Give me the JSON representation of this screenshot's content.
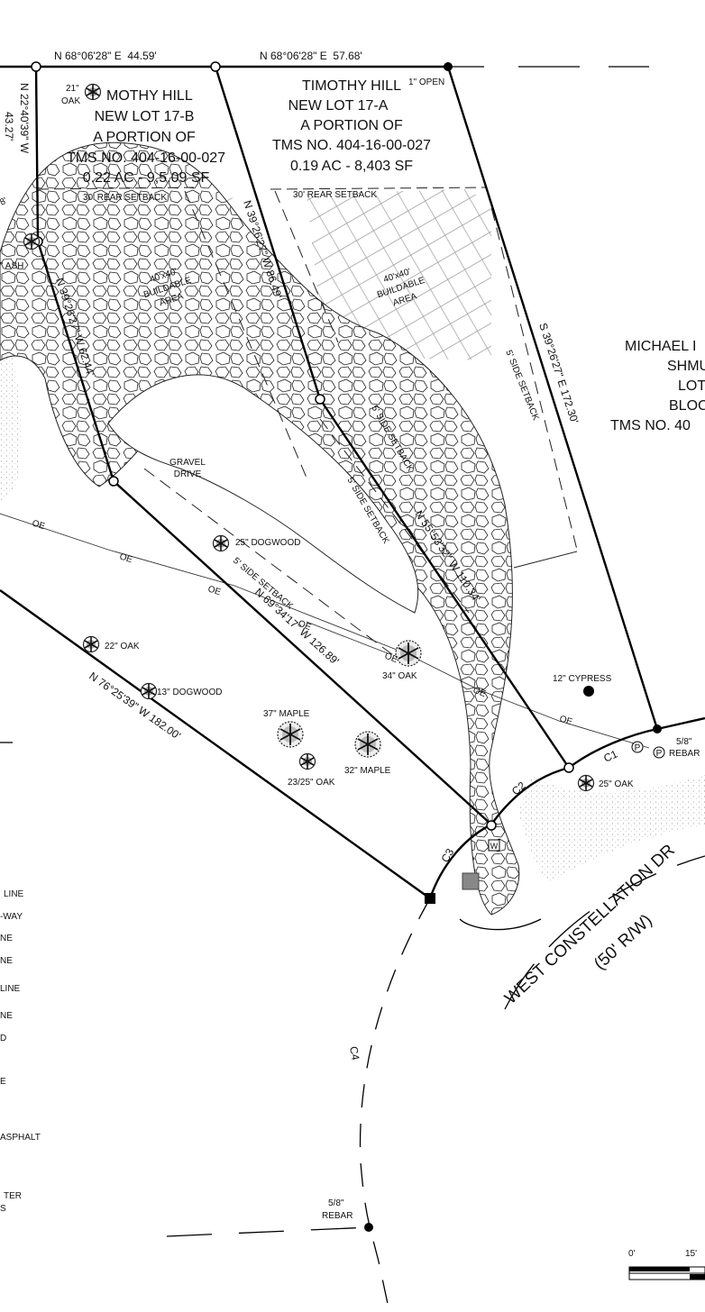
{
  "lots": {
    "lot17b": {
      "owner": "TIMOTHY HILL",
      "owner_visible": "MOTHY HILL",
      "lot": "NEW LOT 17-B",
      "portion": "A PORTION OF",
      "tms": "TMS NO. 404-16-00-027",
      "area": "0.22 AC - 9,5.09 SF"
    },
    "lot17a": {
      "owner": "TIMOTHY HILL",
      "lot": "NEW LOT 17-A",
      "portion": "A PORTION OF",
      "tms": "TMS NO. 404-16-00-027",
      "area": "0.19 AC - 8,403 SF"
    },
    "adjacent": {
      "line1": "MICHAEL I",
      "line2": "SHMU",
      "line3": "LOT",
      "line4": "BLOC",
      "line5": "TMS NO. 40"
    }
  },
  "bearings": {
    "top_left": "N 68°06'28\" E  44.59'",
    "top_right": "N 68°06'28\" E  57.68'",
    "left_edge": "N 22°40'39\" W",
    "left_edge_dist": "43.27'",
    "lot_div_upper": "N 39°26'27\" W  86.49'",
    "lot_div_lower": "N 55°53'32\" W  110.34'",
    "east_line": "S 39°26'27\" E  172.30'",
    "west_div": "N 39°26'27\" W  62.44'",
    "mid_line": "N 69°34'17\" W  126.89'",
    "south_line": "N 76°25'39\" W  182.00'"
  },
  "setbacks": {
    "rear_b": "30' REAR SETBACK",
    "rear_a": "30' REAR SETBACK",
    "side_a_east": "5' SIDE SETBACK",
    "side_a_west": "5' SIDE SETBACK",
    "side_b_east": "5' SIDE SETBACK",
    "side_b_west": "5' SIDE SETBACK"
  },
  "buildable": {
    "b_line1": "40'x40'",
    "b_line2": "BUILDABLE",
    "b_line3": "AREA",
    "a_line1": "40'x40'",
    "a_line2": "BUILDABLE",
    "a_line3": "AREA"
  },
  "features": {
    "gravel1": "GRAVEL",
    "gravel2": "DRIVE",
    "open": "1\" OPEN",
    "edge_num": "8'"
  },
  "trees": {
    "t1": "21\"",
    "t1b": "OAK",
    "t2": "\" ASH",
    "t3": "25\" DOGWOOD",
    "t4": "22\" OAK",
    "t5": "13\" DOGWOOD",
    "t6": "37\" MAPLE",
    "t7": "23/25\" OAK",
    "t8": "32\" MAPLE",
    "t9": "34\" OAK",
    "t10": "12\" CYPRESS",
    "t11": "25\" OAK"
  },
  "utilities": {
    "oe": "OE",
    "p": "P",
    "w": "W"
  },
  "curves": {
    "c1": "C1",
    "c2": "C2",
    "c3": "C3",
    "c4": "C4"
  },
  "monuments": {
    "rebar_east_1": "5/8\"",
    "rebar_east_2": "REBAR",
    "rebar_south_1": "5/8\"",
    "rebar_south_2": "REBAR"
  },
  "road": {
    "name": "WEST CONSTELLATION DR",
    "row": "(50' R/W)"
  },
  "legend": {
    "l1": "LINE",
    "l2": "-WAY",
    "l3": "NE",
    "l4": "NE",
    "l5": "LINE",
    "l6": "NE",
    "l7": "D",
    "l8": "E",
    "l9": "ASPHALT",
    "l10": "TER",
    "l11": "S"
  },
  "scale": {
    "zero": "0'",
    "fifteen": "15'"
  }
}
